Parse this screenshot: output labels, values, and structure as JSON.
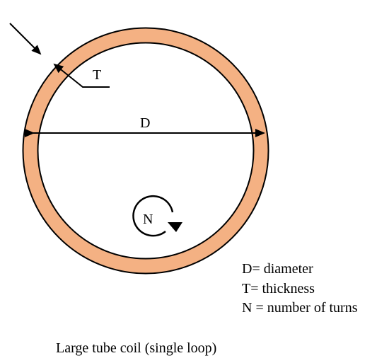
{
  "diagram": {
    "colors": {
      "tube_fill": "#F4B183",
      "outline": "#000000",
      "background": "#FFFFFF"
    },
    "labels": {
      "diameter": "D",
      "thickness": "T",
      "turns": "N"
    },
    "legend": [
      "D= diameter",
      "T= thickness",
      "N = number of turns"
    ],
    "caption": "Large tube coil (single loop)"
  }
}
